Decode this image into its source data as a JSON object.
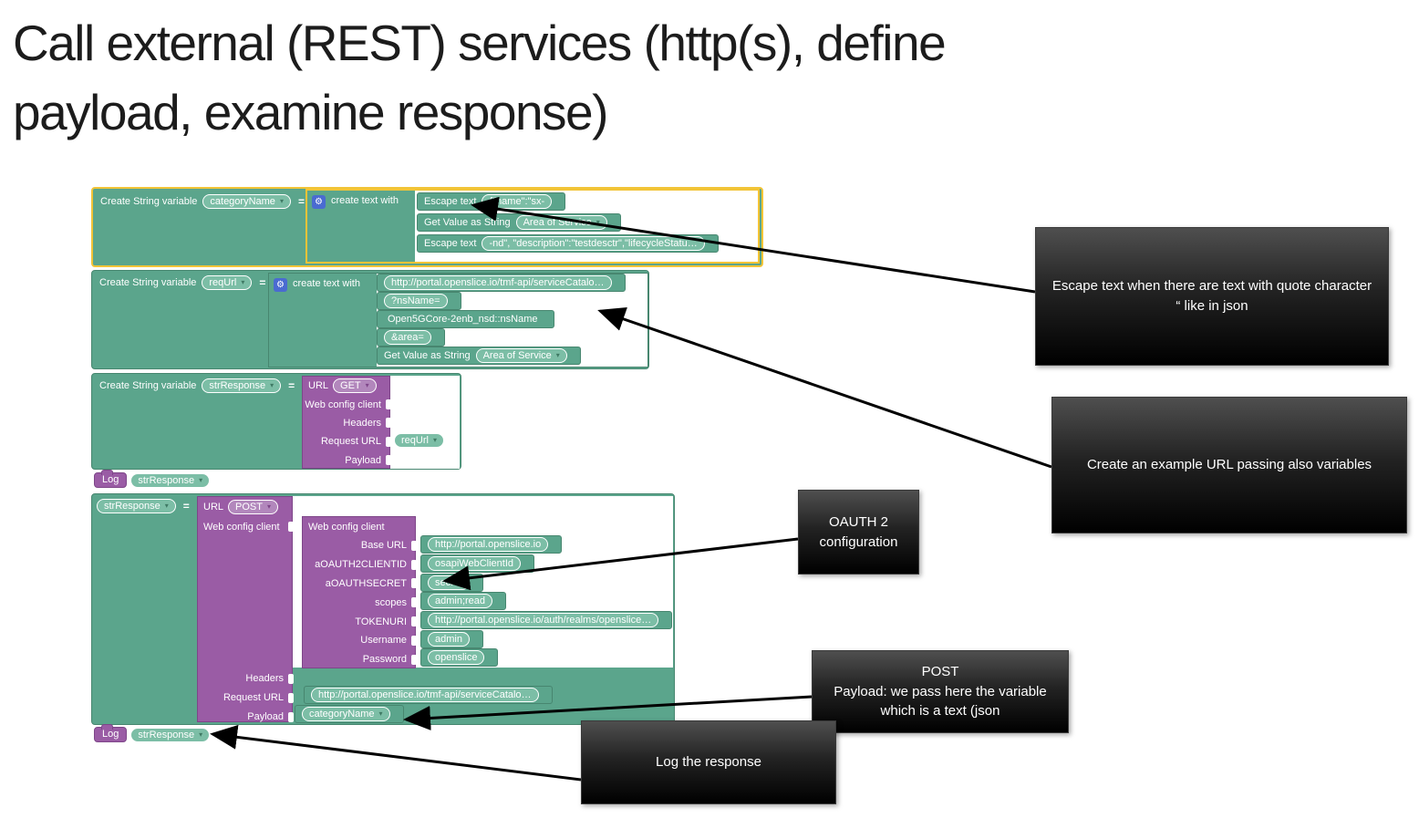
{
  "title_lines": [
    "Call external (REST) services (http(s), define",
    "payload, examine response)"
  ],
  "labels": {
    "create_string_variable": "Create String variable",
    "create_text_with": "create text with",
    "equals": "=",
    "escape_text": "Escape text",
    "get_value_as_string": "Get Value as String",
    "area_of_service": "Area of Service",
    "url": "URL",
    "web_config_client": "Web config client",
    "headers": "Headers",
    "request_url": "Request URL",
    "payload": "Payload",
    "log": "Log"
  },
  "variables": {
    "category_name": "categoryName",
    "req_url": "reqUrl",
    "str_response": "strResponse"
  },
  "group1": {
    "escape1_value": "{\"name\":\"sx-",
    "escape2_value": "-nd\", \"description\":\"testdesctr\",\"lifecycleStatu…"
  },
  "group2": {
    "url_part": "http://portal.openslice.io/tmf-api/serviceCatalo…",
    "ns_name_param": "?nsName=",
    "ns_name_value": "Open5GCore-2enb_nsd::nsName",
    "area_param": "&area="
  },
  "group3": {
    "method": "GET",
    "request_url_var": "reqUrl"
  },
  "group4": {
    "method": "POST",
    "config": [
      {
        "label": "Base URL",
        "value": "http://portal.openslice.io"
      },
      {
        "label": "aOAUTH2CLIENTID",
        "value": "osapiWebClientId"
      },
      {
        "label": "aOAUTHSECRET",
        "value": "secret"
      },
      {
        "label": "scopes",
        "value": "admin;read"
      },
      {
        "label": "TOKENURI",
        "value": "http://portal.openslice.io/auth/realms/openslice…"
      },
      {
        "label": "Username",
        "value": "admin"
      },
      {
        "label": "Password",
        "value": "openslice"
      }
    ],
    "request_url_value": "http://portal.openslice.io/tmf-api/serviceCatalo…",
    "payload_var": "categoryName"
  },
  "callouts": [
    {
      "text": "Escape text when there are text with quote character “ like in json"
    },
    {
      "text": "Create an example URL passing also variables"
    },
    {
      "text": "OAUTH 2 configuration"
    },
    {
      "text": "POST\nPayload: we pass here the variable\nwhich is a text (json"
    },
    {
      "text": "Log the response"
    }
  ],
  "colors": {
    "block_green": "#5ba58c",
    "block_purple": "#9a5ca5",
    "selection_yellow": "#f2c437",
    "gear_blue": "#4a6bd1"
  }
}
